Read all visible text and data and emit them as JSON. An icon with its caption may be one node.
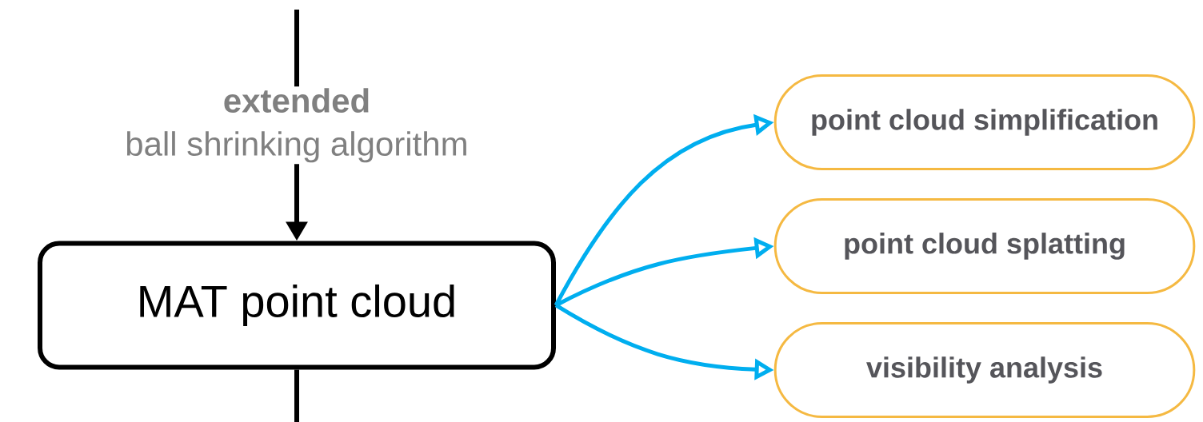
{
  "diagram": {
    "nodes": [
      {
        "text": [
          "MAT point cloud"
        ]
      },
      {
        "text": [
          "point cloud simplification"
        ]
      },
      {
        "text": [
          "point cloud splatting"
        ]
      },
      {
        "text": [
          "visibility analysis"
        ]
      }
    ],
    "edges": [
      {
        "from": null,
        "to": 0,
        "arrow": "to",
        "label": "**extended** ball shrinking algorithm",
        "color": "#000000"
      },
      {
        "from": 0,
        "to": null,
        "arrow": "none",
        "color": "#000000"
      },
      {
        "from": 0,
        "to": 1,
        "arrow": "to",
        "color": "#00aeef"
      },
      {
        "from": 0,
        "to": 2,
        "arrow": "to",
        "color": "#00aeef"
      },
      {
        "from": 0,
        "to": 3,
        "arrow": "to",
        "color": "#00aeef"
      }
    ]
  }
}
